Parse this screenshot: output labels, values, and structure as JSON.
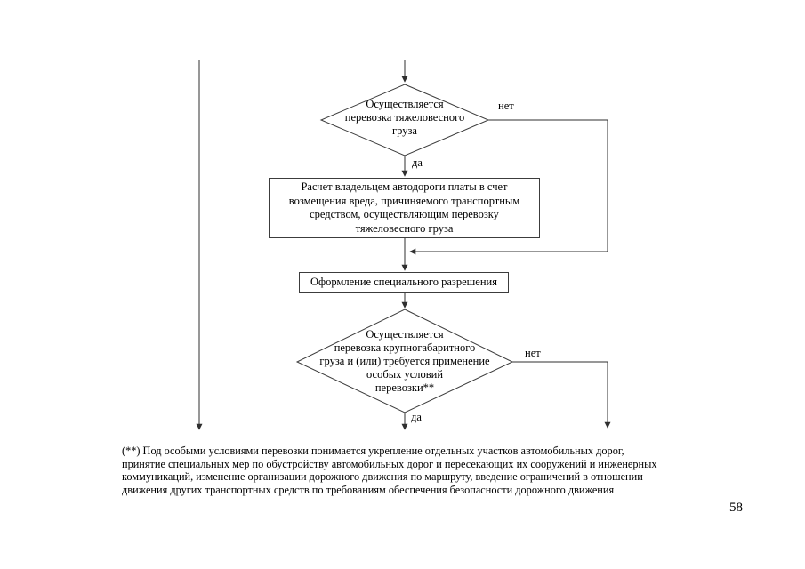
{
  "document": {
    "page_number": "58"
  },
  "flowchart": {
    "decision_heavy": {
      "lines": [
        "Осуществляется",
        "перевозка тяжеловесного",
        "груза"
      ],
      "no_label": "нет",
      "yes_label": "да"
    },
    "process_fee": {
      "lines": [
        "Расчет владельцем автодороги платы в счет",
        "возмещения вреда, причиняемого транспортным",
        "средством, осуществляющим перевозку",
        "тяжеловесного груза"
      ]
    },
    "process_permit": {
      "label": "Оформление специального разрешения"
    },
    "decision_oversized": {
      "lines": [
        "Осуществляется",
        "перевозка крупногабаритного",
        "груза и (или) требуется применение",
        "особых условий",
        "перевозки**"
      ],
      "no_label": "нет",
      "yes_label": "да"
    }
  },
  "footnote": {
    "lines": [
      "(**) Под особыми условиями перевозки понимается укрепление отдельных участков автомобильных дорог,",
      "принятие специальных мер по обустройству автомобильных дорог и пересекающих их сооружений и инженерных",
      "коммуникаций, изменение организации дорожного движения по маршруту, введение ограничений в отношении",
      "движения других транспортных средств по требованиям обеспечения безопасности дорожного движения"
    ]
  },
  "colors": {
    "line": "#2f2f2f",
    "text": "#000000",
    "background": "#ffffff"
  }
}
